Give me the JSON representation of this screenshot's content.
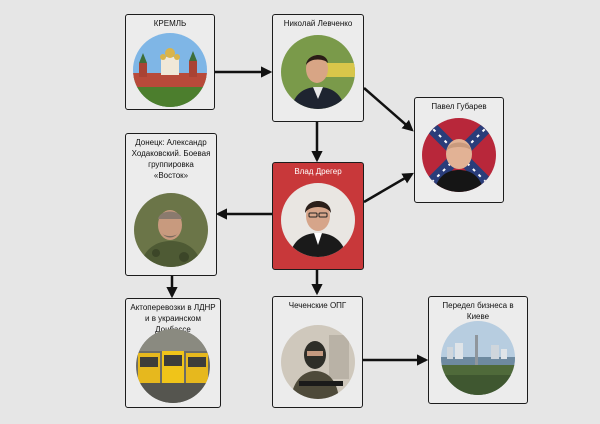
{
  "nodes": {
    "kremlin": {
      "label": "КРЕМЛЬ",
      "photo": "kremlin-photo"
    },
    "levchenko": {
      "label": "Николай Левченко",
      "photo": "portrait-photo"
    },
    "gubarev": {
      "label": "Павел Губарев",
      "photo": "portrait-photo"
    },
    "dreger": {
      "label": "Влад Дрегер",
      "photo": "portrait-photo"
    },
    "khodakovsky": {
      "label": "Донецк: Александр Ходаковский. Боевая группировка «Восток»",
      "photo": "soldier-photo"
    },
    "transport": {
      "label": "Актоперевозки в ЛДНР и в украинском Донбассе",
      "photo": "buses-photo"
    },
    "chechen": {
      "label": "Чеченские ОПГ",
      "photo": "armed-man-photo"
    },
    "kiev": {
      "label": "Передел бизнеса в Киеве",
      "photo": "cityscape-photo"
    }
  },
  "colors": {
    "background": "#e6e6e6",
    "box_fill": "#ececec",
    "highlight_fill": "#c8383a",
    "line": "#1c1c1c"
  }
}
